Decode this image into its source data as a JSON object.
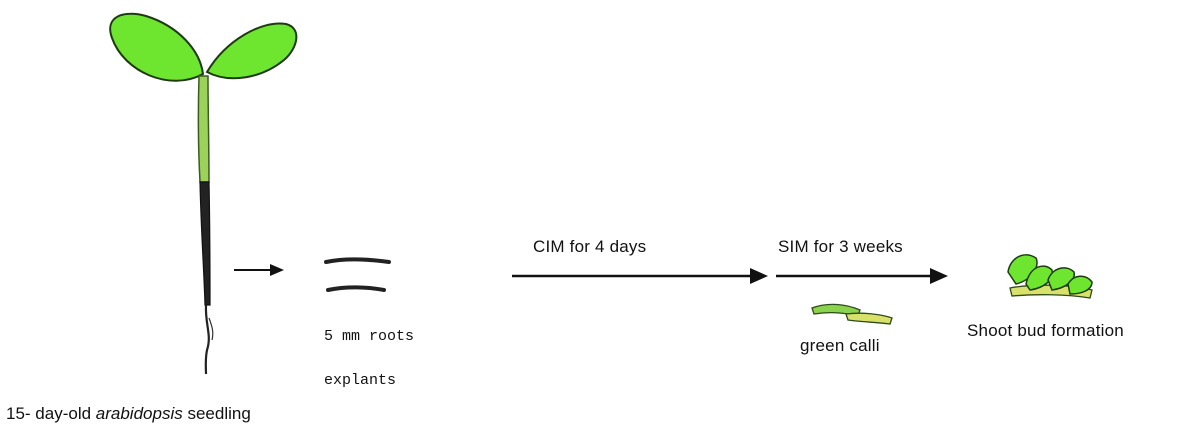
{
  "seedling": {
    "caption_prefix": "15- day-old ",
    "caption_species": "arabidopsis",
    "caption_suffix": " seedling"
  },
  "explants": {
    "line1": "5 mm roots",
    "line2": "explants"
  },
  "steps": {
    "cim_label": "CIM for 4 days",
    "sim_label": "SIM for 3 weeks"
  },
  "calli": {
    "label": "green calli"
  },
  "shoot": {
    "label": "Shoot bud formation"
  },
  "colors": {
    "leaf_green": "#6ee630",
    "leaf_outline": "#1f3a12",
    "stem_green": "#9bd35a",
    "root_dark": "#222222",
    "arrow": "#111111",
    "callus_yellow": "#d8e26a"
  },
  "icons": {
    "seedling": "seedling-drawing",
    "explants": "root-segments",
    "calli": "green-calli-drawing",
    "shoot": "shoot-bud-drawing"
  }
}
